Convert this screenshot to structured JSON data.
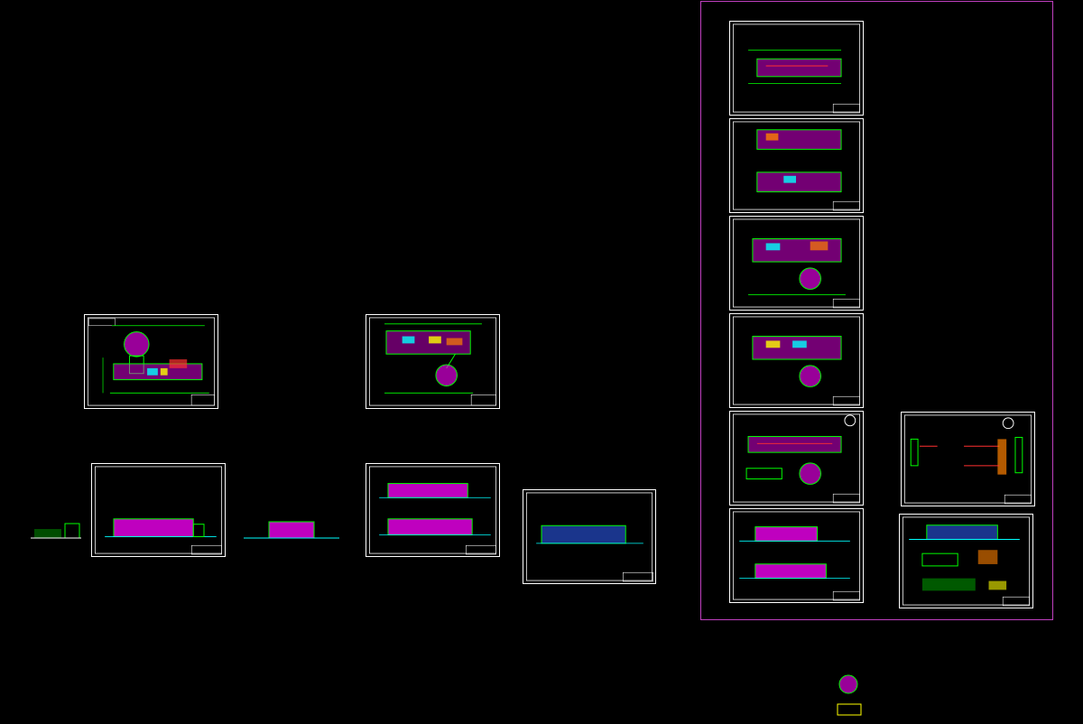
{
  "viewport": {
    "background": "#000000",
    "sheet_border_color": "#ffffff",
    "selection_frame_color": "#c040c0"
  },
  "drawing_colors": {
    "wall": "#00ff00",
    "fill_magenta": "#ff00ff",
    "accent_red": "#ff3030",
    "accent_cyan": "#00ffff",
    "accent_yellow": "#ffff00",
    "accent_blue": "#3060ff",
    "accent_orange": "#ff8000",
    "title_block": "#ffffff"
  },
  "sheets": [
    {
      "kind": "floor-plan"
    },
    {
      "kind": "floor-plan"
    },
    {
      "kind": "elevation"
    },
    {
      "kind": "elevations"
    },
    {
      "kind": "elevation"
    },
    {
      "kind": "floor-plan"
    },
    {
      "kind": "floor-plans"
    },
    {
      "kind": "floor-plan"
    },
    {
      "kind": "floor-plan"
    },
    {
      "kind": "floor-plan"
    },
    {
      "kind": "elevations"
    },
    {
      "kind": "details"
    },
    {
      "kind": "elevation-section"
    }
  ],
  "loose_drawings": [
    {
      "kind": "elevation"
    },
    {
      "kind": "elevation"
    },
    {
      "kind": "plan"
    }
  ]
}
